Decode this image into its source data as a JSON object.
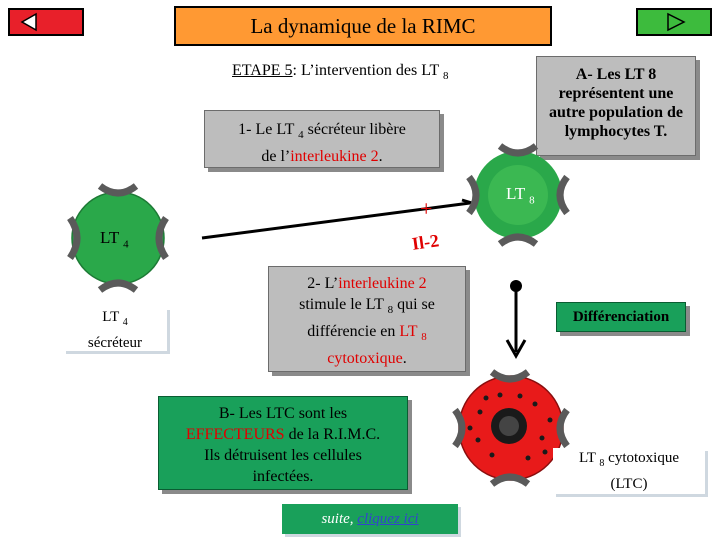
{
  "nav": {
    "back_icon": "triangle-left-icon",
    "forward_icon": "triangle-right-icon",
    "colors": {
      "back_bg": "#e8202a",
      "forward_bg": "#3dbb3d"
    }
  },
  "title": "La dynamique de la RIMC",
  "step": {
    "underlined": "ETAPE 5",
    "rest": ": L’intervention des LT",
    "sub": "8"
  },
  "box_a": "A- Les LT 8 représentent une autre population de lymphocytes T.",
  "box_1": {
    "line1_prefix": "1- Le LT",
    "line1_sub": "4",
    "line1_suffix": " sécréteur libère",
    "line2_prefix": "de l’",
    "line2_red": "interleukine 2",
    "line2_suffix": "."
  },
  "plus": "+",
  "il2": "Il-2",
  "lt4_cell": {
    "label": "LT",
    "sub": "4"
  },
  "lt8_cell": {
    "label": "LT",
    "sub": "8"
  },
  "lt4_secreteur": {
    "line1": "LT",
    "sub": "4",
    "line2": "sécréteur"
  },
  "box_2": {
    "p1": "2- L’",
    "p1_red": "interleukine 2",
    "p2": "stimule le LT",
    "p2_sub": "8",
    "p2_suffix": " qui se",
    "p3": "différencie en ",
    "p3_red": "LT",
    "p3_sub": "8",
    "p4_red": "cytotoxique",
    "p4_suffix": "."
  },
  "differenciation": "Différenciation",
  "box_b": {
    "l1": "B- Les LTC sont les",
    "l2_red": "EFFECTEURS",
    "l2_rest": " de la R.I.M.C.",
    "l3": "Ils détruisent les cellules",
    "l4": "infectées."
  },
  "ltc_label": {
    "line1": "LT",
    "sub": "8",
    "line1_suffix": " cytotoxique",
    "line2": "(LTC)"
  },
  "suite": {
    "text": "suite, ",
    "link": "cliquez ici"
  },
  "colors": {
    "title_bg": "#ff9933",
    "green_box": "#19a05a",
    "gray_box": "#bdbdbd",
    "accent_red": "#e00000",
    "cell_green": "#2aa84a",
    "cell_red": "#e81a1a"
  }
}
